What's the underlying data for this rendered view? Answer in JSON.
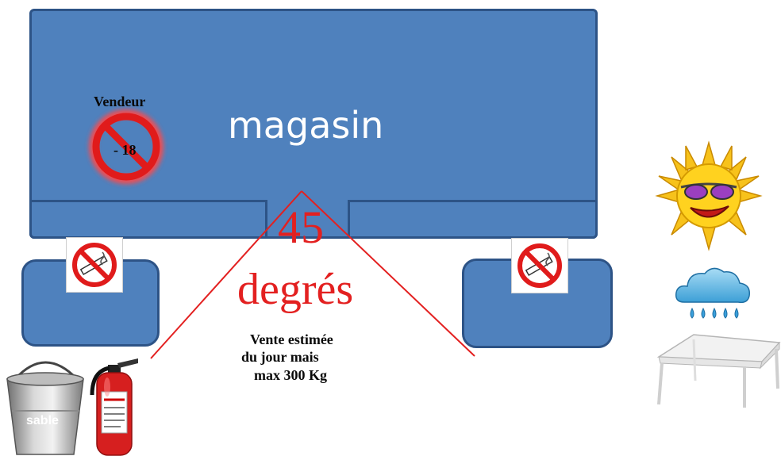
{
  "store": {
    "label": "magasin"
  },
  "vendor_sign": {
    "title": "Vendeur",
    "age_text": "- 18",
    "icon": "no-sign-icon"
  },
  "angle": {
    "value": "45",
    "unit": "degrés"
  },
  "sales_note": {
    "lines": [
      "Vente estimée",
      "du jour mais",
      "max 300 Kg"
    ]
  },
  "sand_bucket": {
    "label": "sable",
    "icon": "bucket-icon"
  },
  "icons": {
    "no_smoking_left": "no-smoking-icon",
    "no_smoking_right": "no-smoking-icon",
    "extinguisher": "fire-extinguisher-icon",
    "sun": "sun-sunglasses-icon",
    "rain": "rain-cloud-icon",
    "tent": "canopy-tent-icon"
  },
  "colors": {
    "building": "#4f81bd",
    "building_border": "#2d5386",
    "angle_red": "#e32020",
    "prohibition_red": "#e01b1b"
  }
}
